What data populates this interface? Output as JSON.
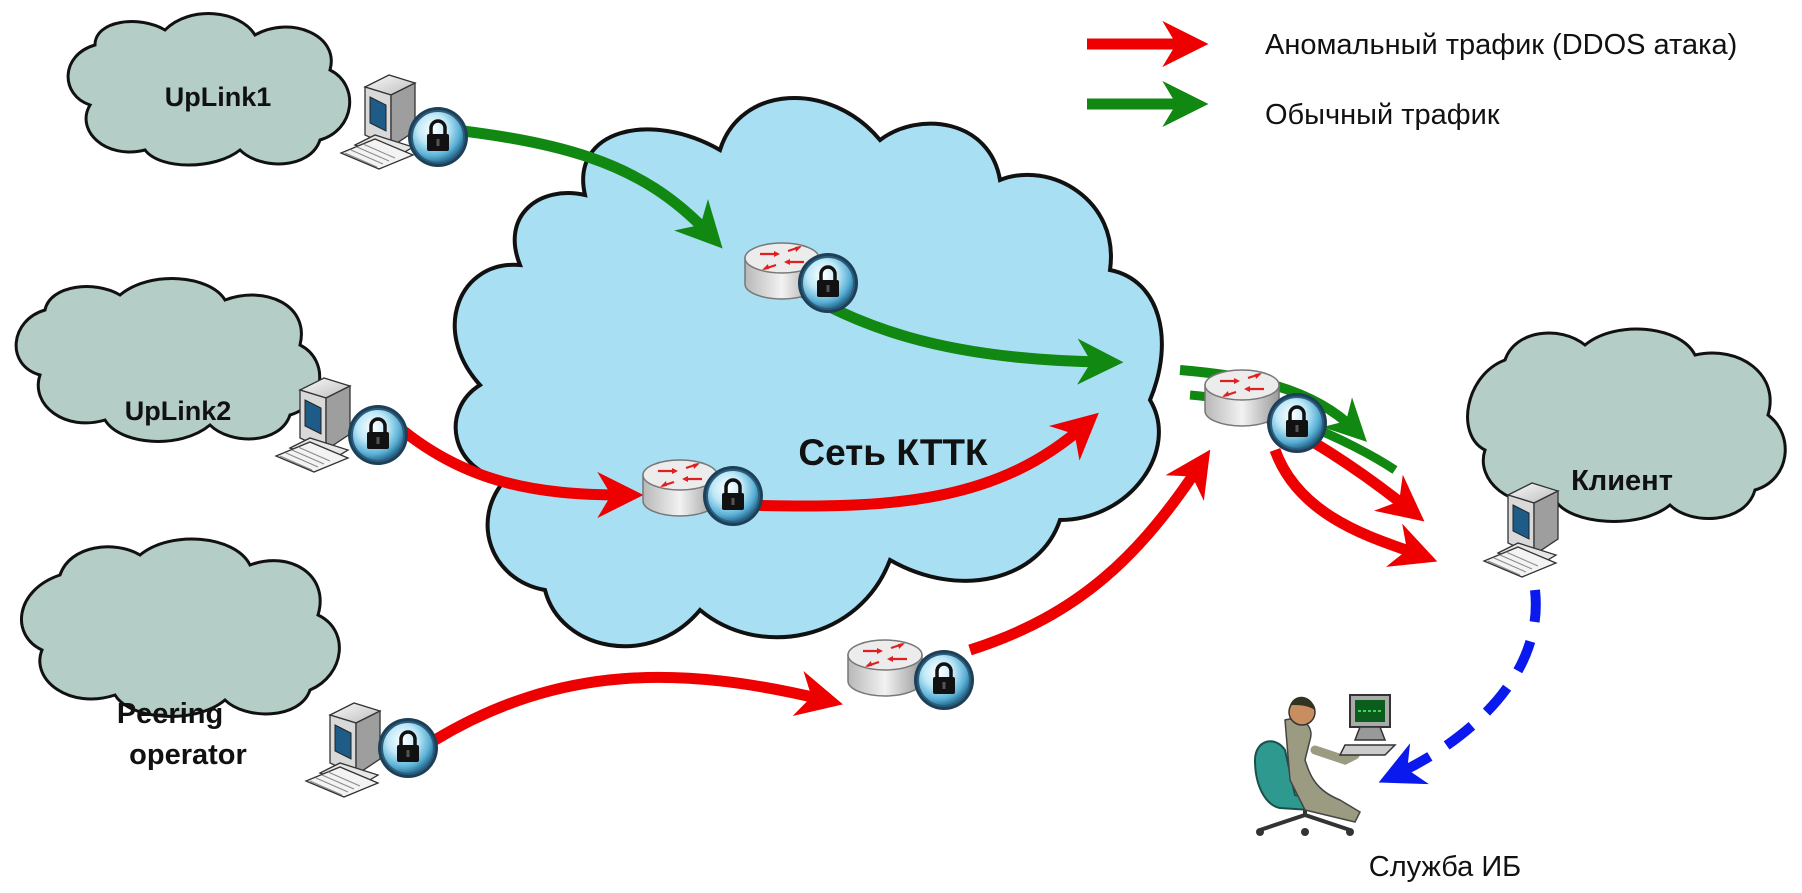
{
  "legend": {
    "anomalous": "Аномальный трафик (DDOS  атака)",
    "normal": "Обычный трафик"
  },
  "clouds": {
    "uplink1": "UpLink1",
    "uplink2": "UpLink2",
    "peering_line1": "Peering",
    "peering_line2": "operator",
    "network": "Сеть КТТК",
    "client": "Клиент"
  },
  "security_service": "Служба ИБ",
  "colors": {
    "anomalous": "#ee0000",
    "normal": "#118811",
    "alert": "#0a1aee",
    "network_cloud": "#a9dff3",
    "side_cloud": "#b4cdc6"
  }
}
